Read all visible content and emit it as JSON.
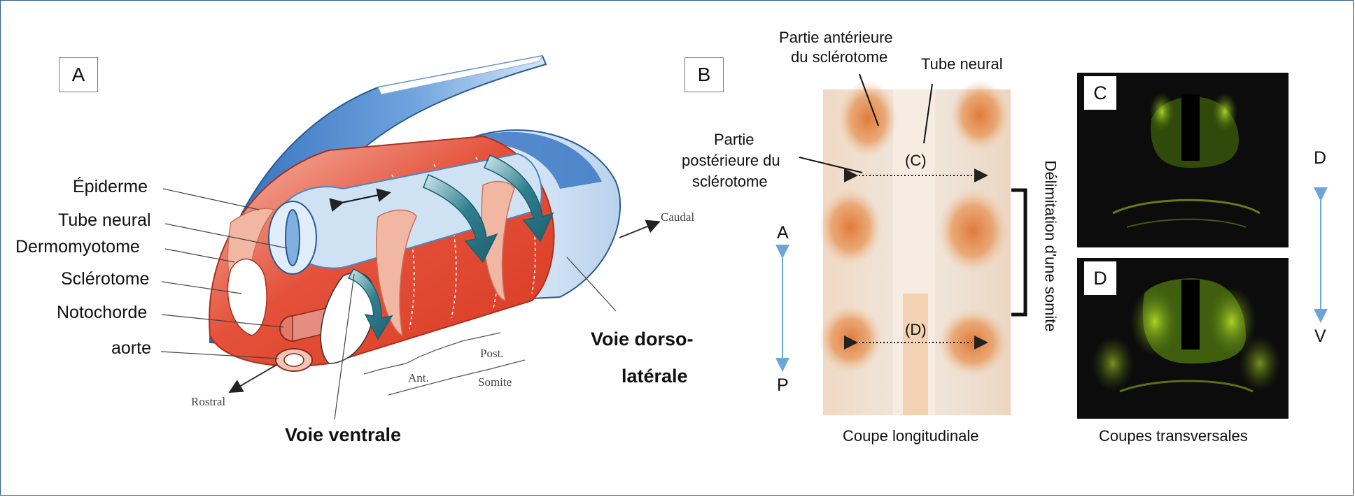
{
  "panels": {
    "a": "A",
    "b": "B",
    "c": "C",
    "d": "D"
  },
  "diagram_a": {
    "labels": {
      "epiderme": "Épiderme",
      "tube_neural": "Tube neural",
      "dermomyotome": "Dermomyotome",
      "sclerotome": "Sclérotome",
      "notochorde": "Notochorde",
      "aorte": "aorte",
      "caudal": "Caudal",
      "rostral": "Rostral",
      "post": "Post.",
      "ant": "Ant.",
      "somite": "Somite",
      "voie_ventrale": "Voie ventrale",
      "voie_dorso_1": "Voie dorso-",
      "voie_dorso_2": "latérale"
    }
  },
  "section_b": {
    "labels": {
      "partie_anterieure_1": "Partie antérieure",
      "partie_anterieure_2": "du sclérotome",
      "tube_neural": "Tube neural",
      "partie_posterieure_1": "Partie",
      "partie_posterieure_2": "postérieure du",
      "partie_posterieure_3": "sclérotome",
      "mark_c": "(C)",
      "mark_d": "(D)",
      "axis_a": "A",
      "axis_p": "P",
      "delimitation": "Délimitation d'une somite",
      "caption": "Coupe longitudinale"
    }
  },
  "sections_cd": {
    "axis_d": "D",
    "axis_v": "V",
    "caption": "Coupes transversales"
  },
  "colors": {
    "frame": "#2f5d8a",
    "blue_layer": "#3b78c4",
    "red_tissue": "#e0442c",
    "pink_tissue": "#f2b7a3",
    "teal_arrow": "#2f7f8f",
    "fluorescence": "#b8e02a",
    "arrow_blue": "#6aa6d8"
  }
}
